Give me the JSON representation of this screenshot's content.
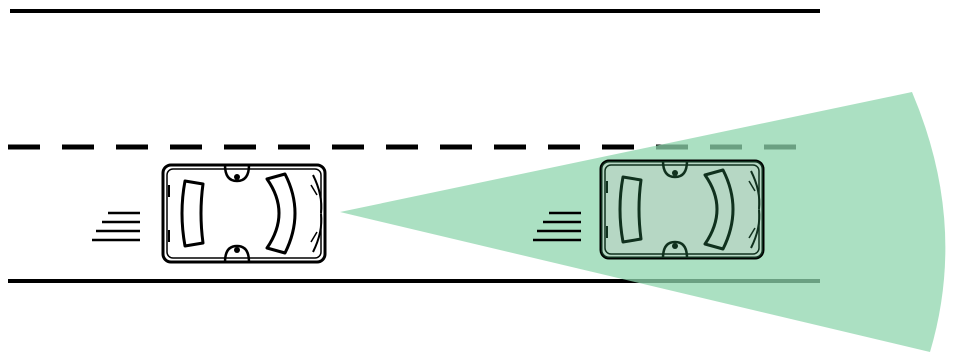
{
  "colors": {
    "background": "#ffffff",
    "road_line": "#000000",
    "sensor_beam": "#a8dfc1",
    "car_body": "#ffffff",
    "car_outline": "#000000"
  },
  "scene": {
    "lanes": 2,
    "lane_divider": "dashed",
    "vehicles": [
      {
        "role": "ego-vehicle",
        "icon": "car-top-view-icon",
        "motion_icon": "speed-lines-icon"
      },
      {
        "role": "detected-vehicle",
        "icon": "car-top-view-icon",
        "motion_icon": "speed-lines-icon"
      }
    ],
    "sensor": {
      "icon": "sensor-beam-icon",
      "direction": "forward"
    }
  }
}
